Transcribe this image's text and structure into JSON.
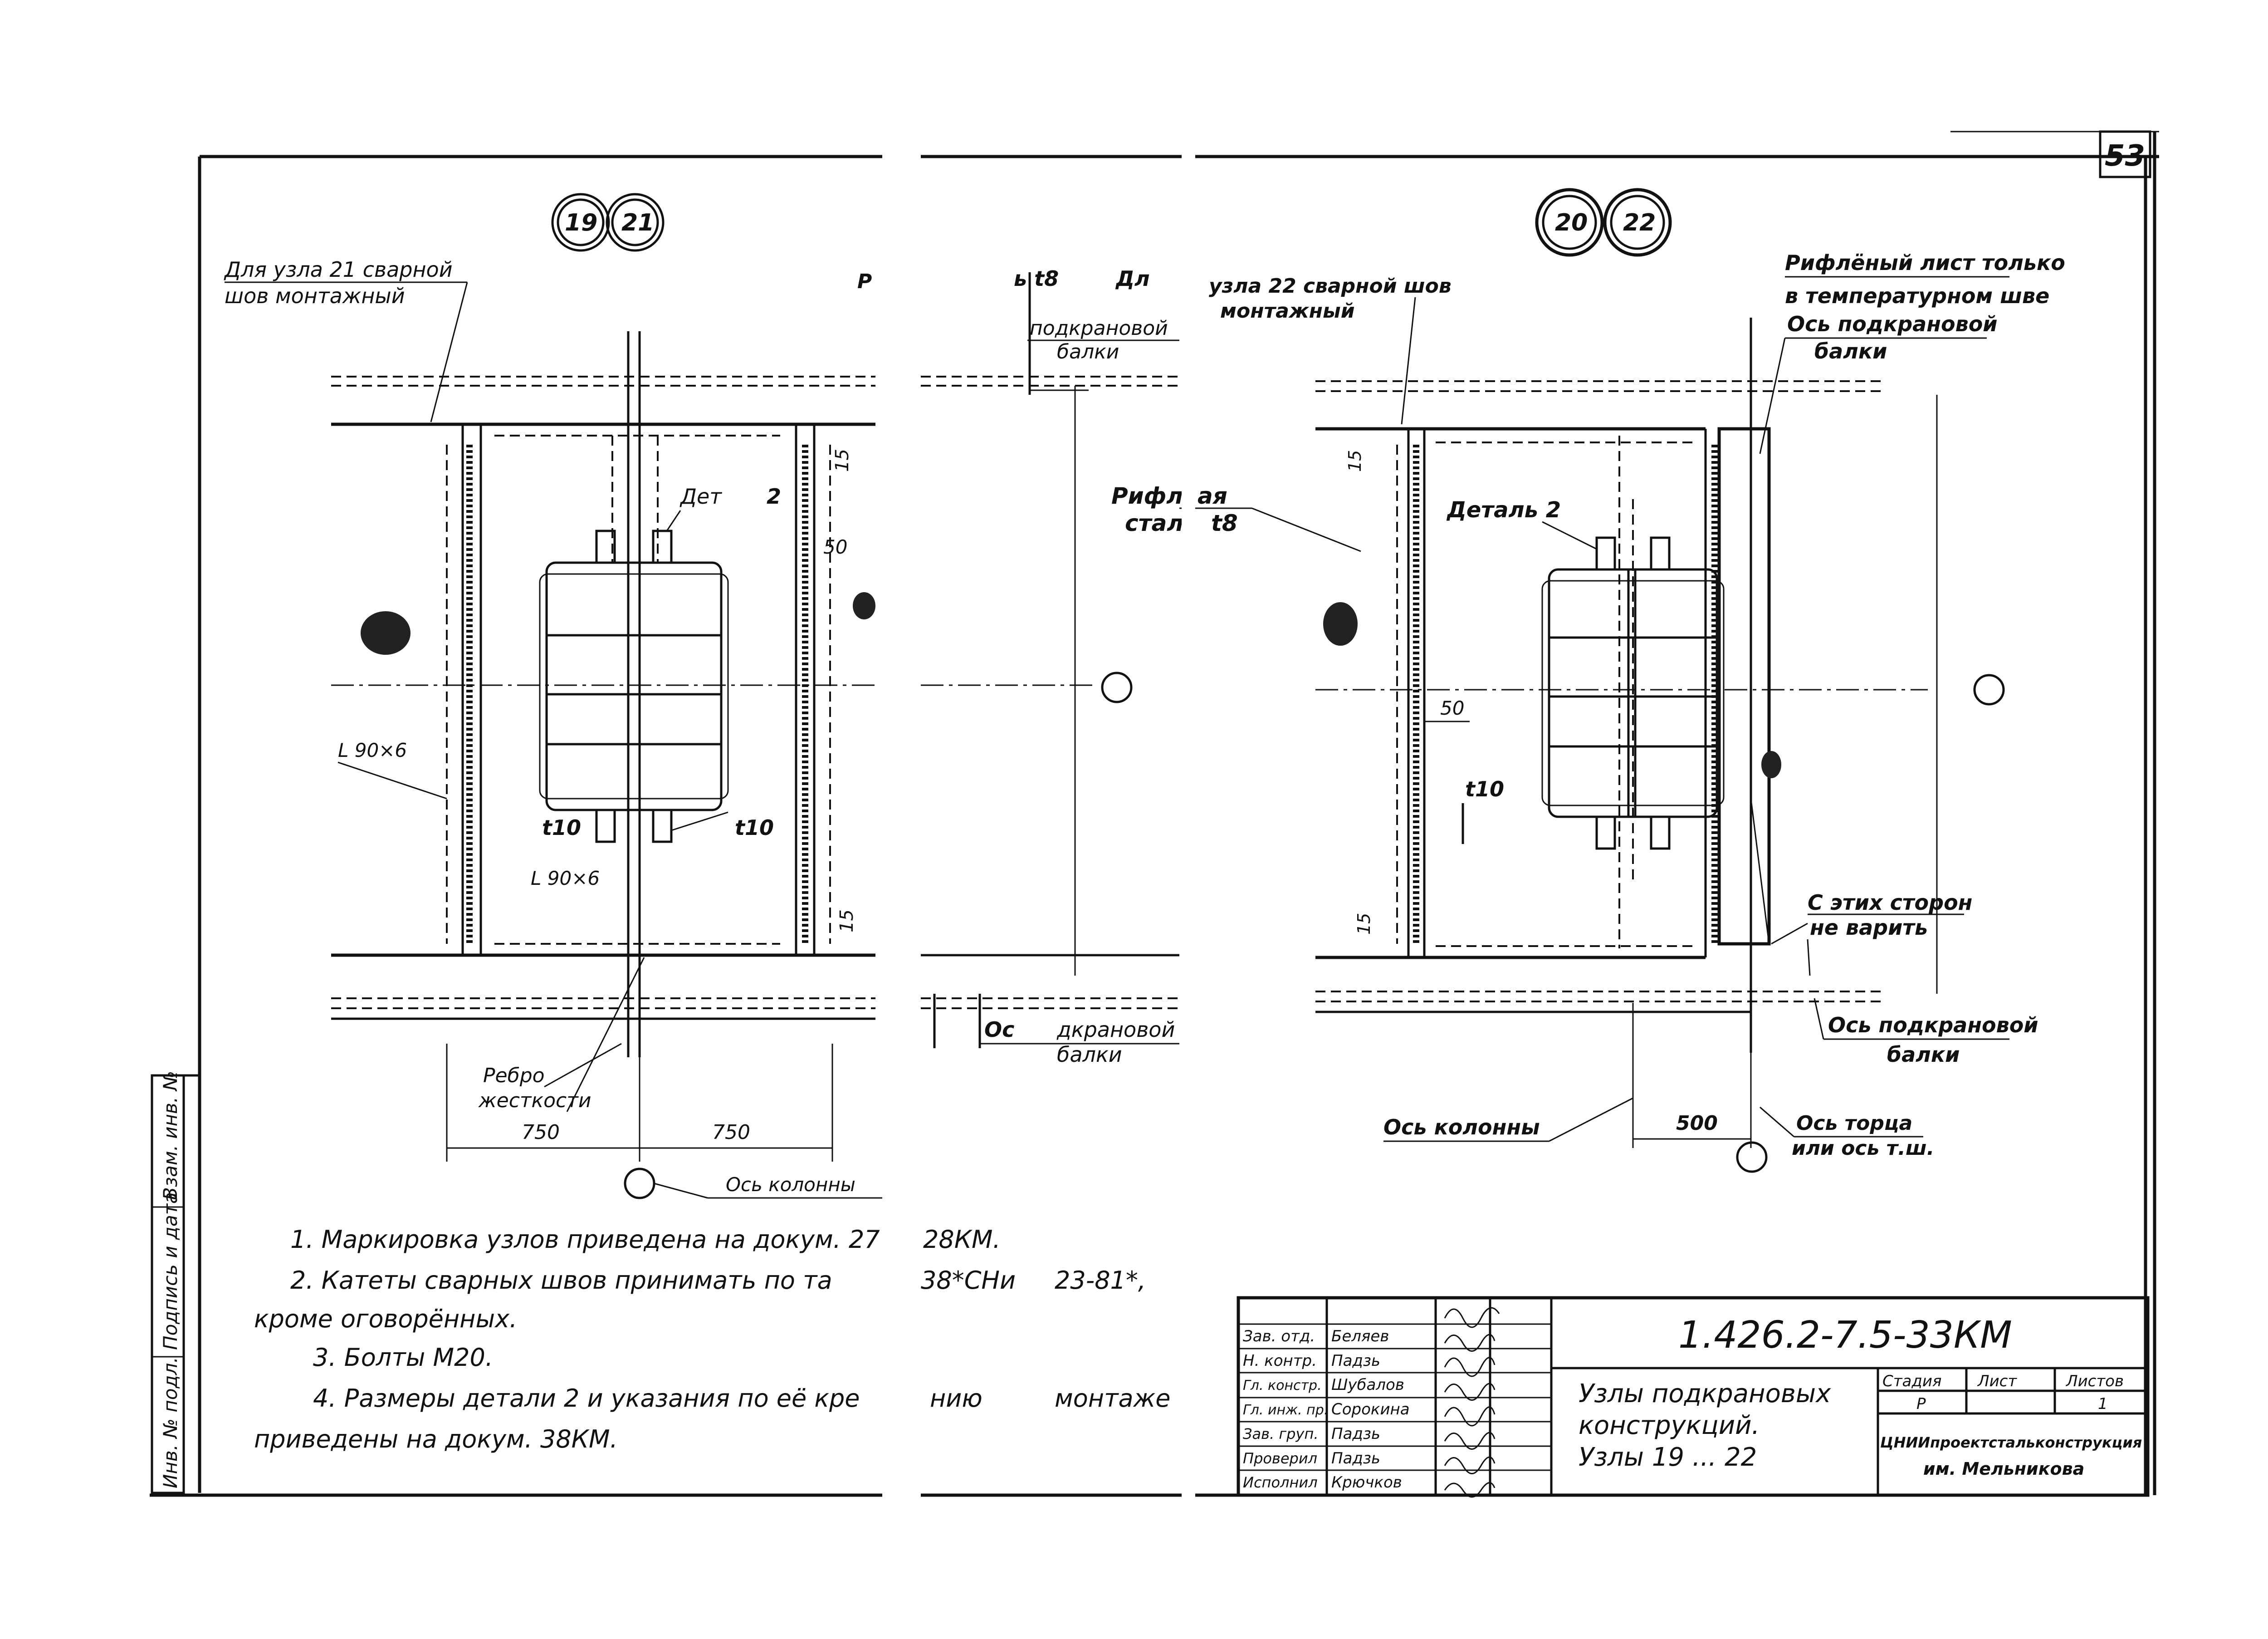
{
  "page": {
    "sheet_number": "53"
  },
  "left_view": {
    "node_marks": [
      "19",
      "21"
    ],
    "weld_note": [
      "Для узла 21 сварной",
      "шов монтажный"
    ],
    "detail_label": "Дет",
    "angle_label_1": "L 90×6",
    "angle_label_2": "L 90×6",
    "thickness_1": "t10",
    "thickness_2": "t10",
    "dims_right": [
      "15",
      "50",
      "15"
    ],
    "rib_label": [
      "Ребро",
      "жесткости"
    ],
    "dims_bottom": [
      "750",
      "750"
    ],
    "column_axis": "Ось колонны",
    "fragment_p": "Р",
    "fragment_2": "2"
  },
  "middle_view": {
    "fragments_top": [
      "ь t8",
      "Дл",
      "подкрановой",
      "балки"
    ],
    "ribbed_sheet": [
      "Рифл",
      "ая",
      "стал",
      "t8"
    ],
    "fragments_bottom": [
      "Ос",
      "дкрановой",
      "балки"
    ]
  },
  "right_view": {
    "node_marks": [
      "20",
      "22"
    ],
    "weld_note": [
      "узла 22 сварной шов",
      "монтажный"
    ],
    "ribbed_sheet_note": [
      "Рифлёный лист только",
      "в температурном шве"
    ],
    "beam_axis_top": [
      "Ось подкрановой",
      "балки"
    ],
    "detail_label": "Деталь 2",
    "dim_15_top": "15",
    "dim_50": "50",
    "thickness": "t10",
    "dim_15_bottom": "15",
    "no_weld_note": [
      "С этих сторон",
      "не варить"
    ],
    "beam_axis_bottom": [
      "Ось подкрановой",
      "балки"
    ],
    "column_axis": "Ось колонны",
    "dim_500": "500",
    "end_axis": [
      "Ось торца",
      "или ось т.ш."
    ]
  },
  "notes": [
    "1.  Маркировка узлов приведена на докум. 27",
    "28КМ.",
    "2.  Катеты сварных швов принимать по та",
    "38*СНи",
    "23-81*,",
    "кроме оговорённых.",
    "3.  Болты М20.",
    "4.  Размеры детали 2 и указания по её кре",
    "нию",
    "монтаже",
    "приведены на докум. 38КМ."
  ],
  "side_stamp": [
    "Инв. № подл.",
    "Подпись и дата",
    "Взам. инв. №"
  ],
  "title_block": {
    "document_code": "1.426.2-7.5-33КМ",
    "title": [
      "Узлы подкрановых",
      "конструкций.",
      "Узлы 19 ... 22"
    ],
    "roles": [
      {
        "role": "Зав. отд.",
        "name": "Беляев"
      },
      {
        "role": "Н. контр.",
        "name": "Падзь"
      },
      {
        "role": "Гл. констр.",
        "name": "Шубалов"
      },
      {
        "role": "Гл. инж. пр.",
        "name": "Сорокина"
      },
      {
        "role": "Зав. груп.",
        "name": "Падзь"
      },
      {
        "role": "Проверил",
        "name": "Падзь"
      },
      {
        "role": "Исполнил",
        "name": "Крючков"
      }
    ],
    "stage_header": "Стадия",
    "sheet_header": "Лист",
    "sheets_header": "Листов",
    "stage_value": "Р",
    "sheets_value": "1",
    "organization": [
      "ЦНИИпроектстальконструкция",
      "им. Мельникова"
    ]
  }
}
